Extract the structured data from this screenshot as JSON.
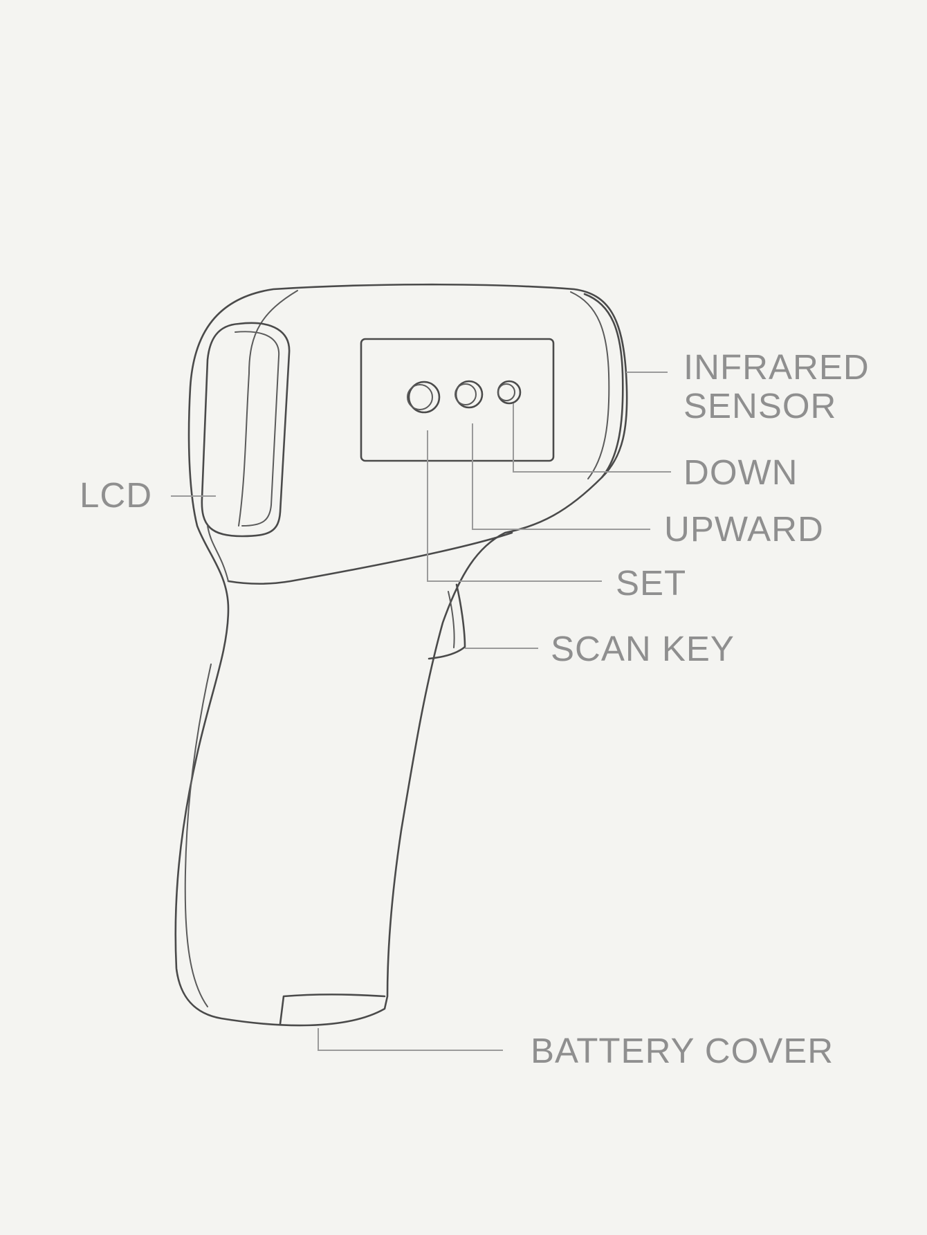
{
  "device": "infrared-thermometer",
  "colors": {
    "background": "#f4f4f1",
    "outline": "#4a4a4a",
    "leader": "#9a9a9a",
    "label": "#8f8f8f"
  },
  "labels": {
    "infrared_line1": "INFRARED",
    "infrared_line2": "SENSOR",
    "down": "DOWN",
    "upward": "UPWARD",
    "set": "SET",
    "lcd": "LCD",
    "scan_key": "SCAN KEY",
    "battery_cover": "BATTERY COVER"
  }
}
